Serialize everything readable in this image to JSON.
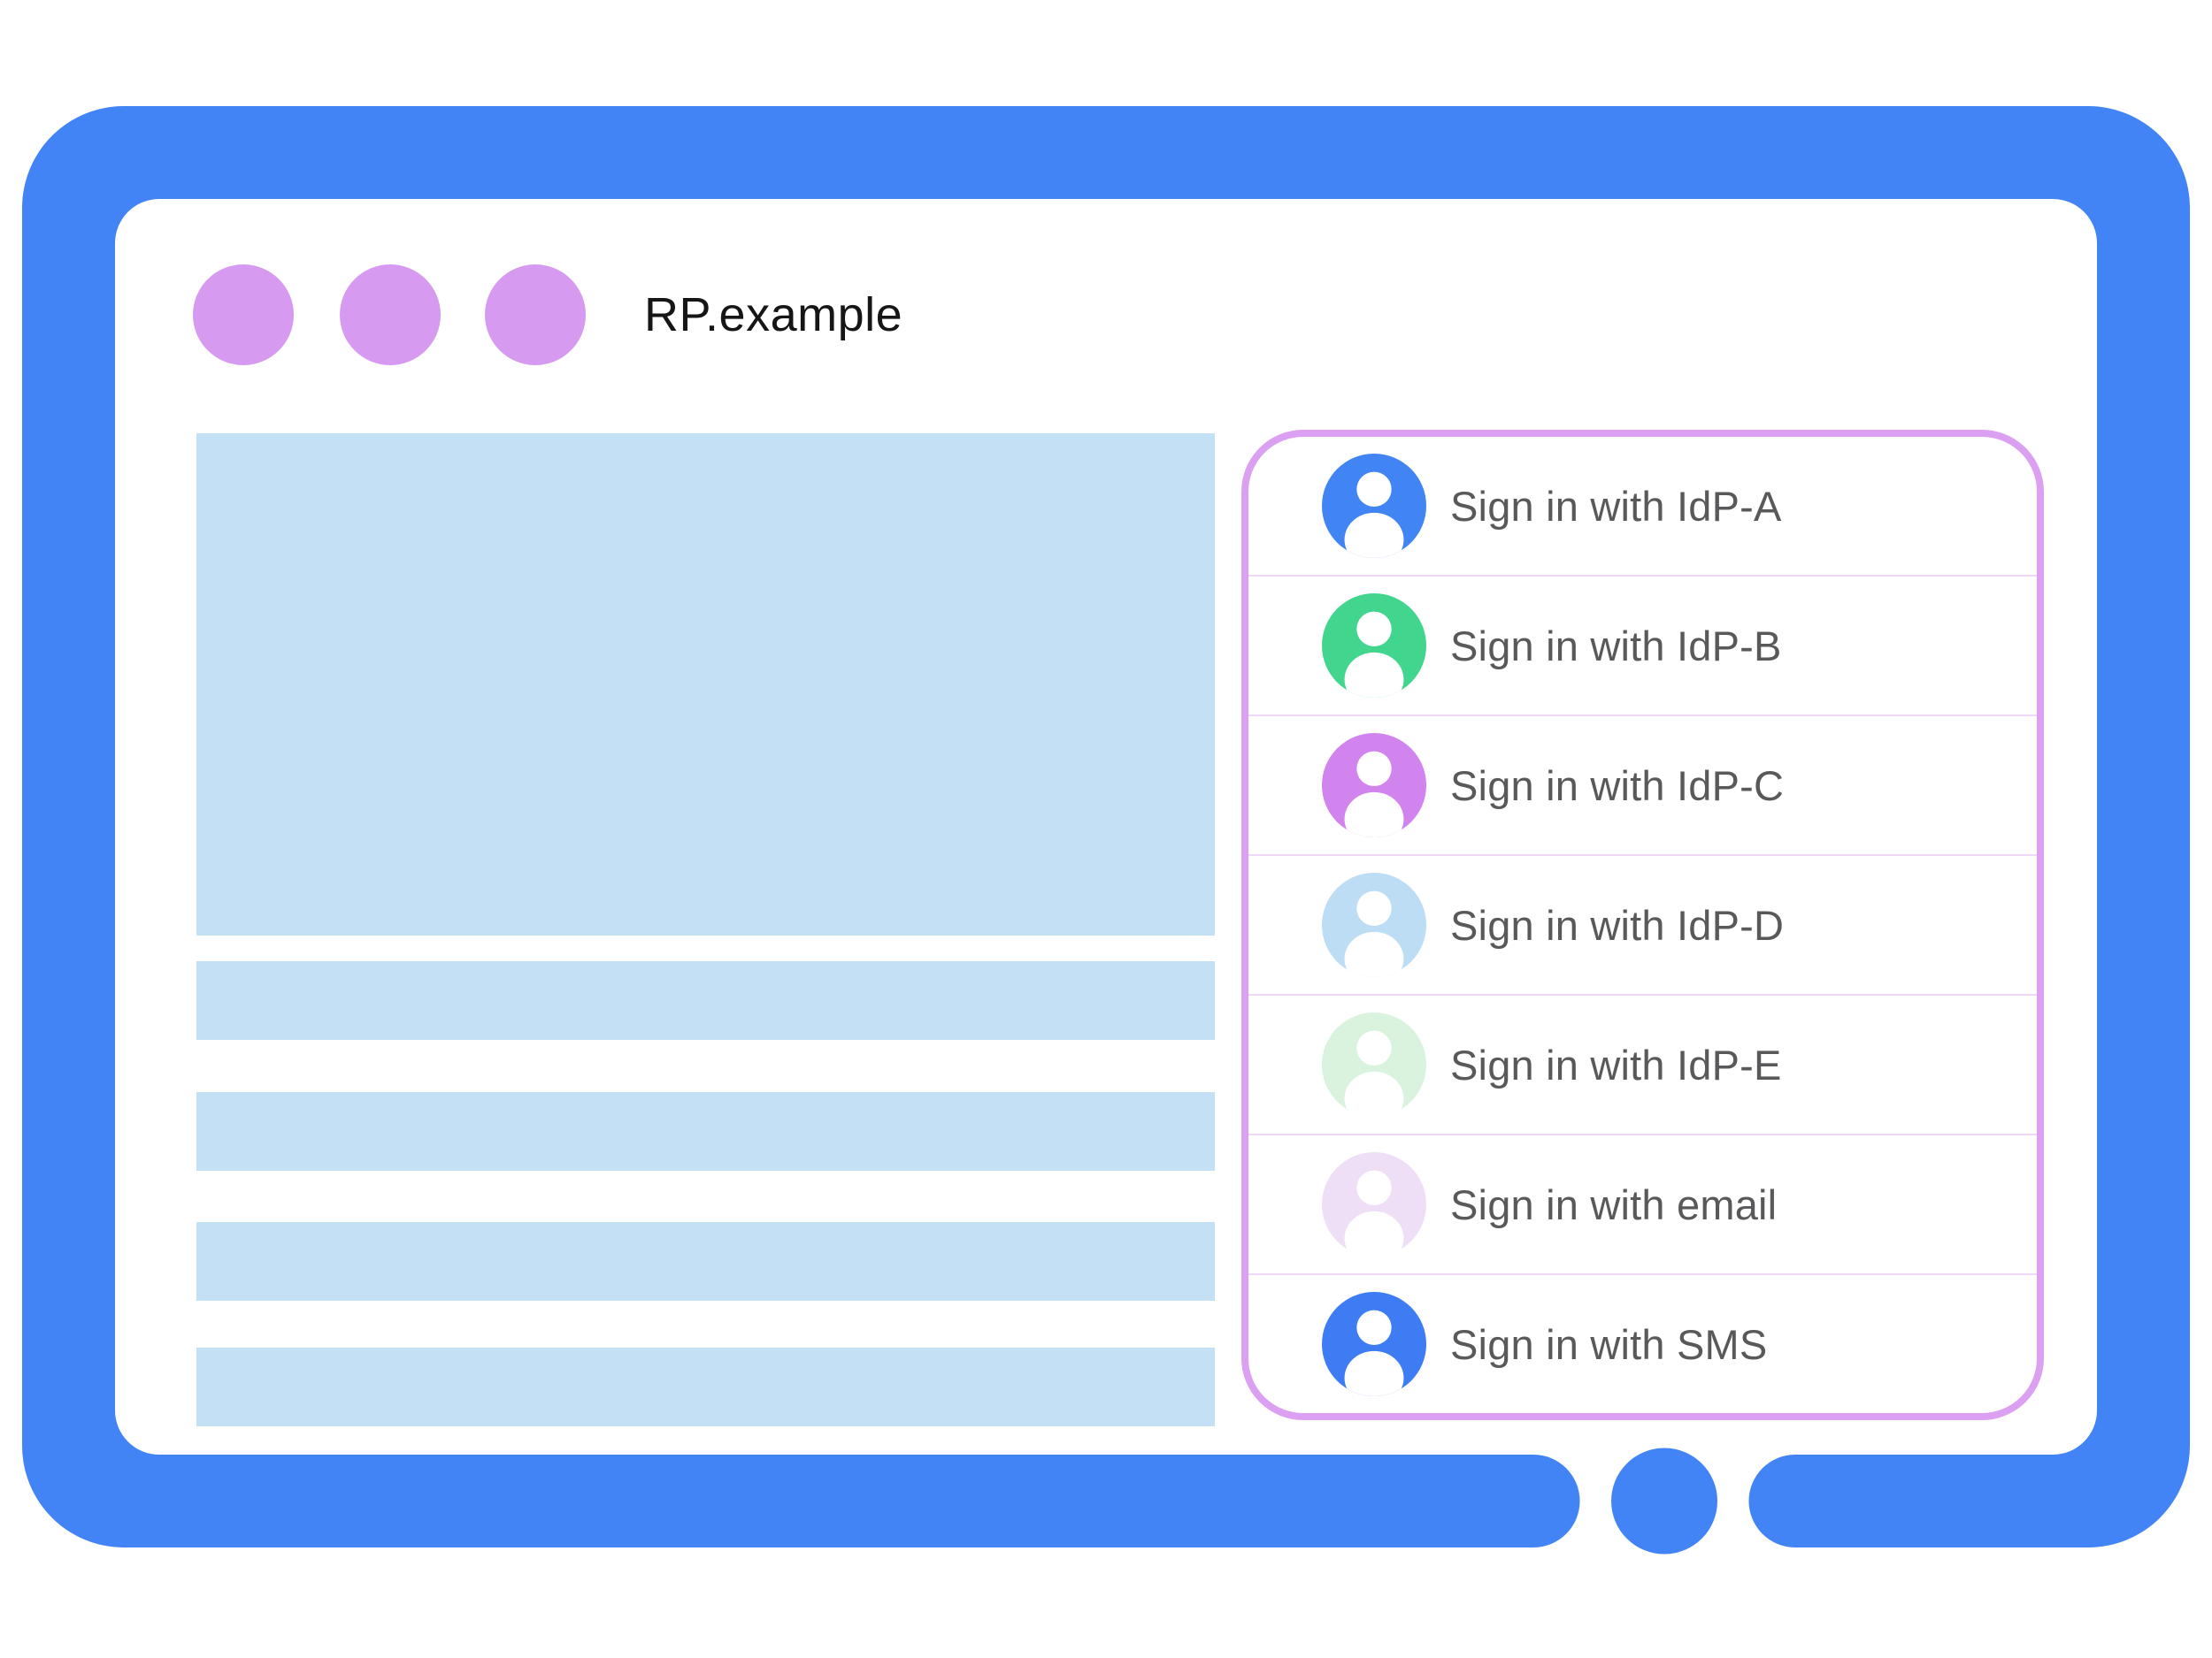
{
  "window": {
    "title": "RP.example",
    "frame_color": "#4284F5",
    "dots_color": "#D69BF1",
    "dots": [
      "window-dot",
      "window-dot",
      "window-dot"
    ]
  },
  "content": {
    "placeholder_color": "#C4E0F4",
    "placeholders": [
      "hero-block",
      "text-line",
      "text-line",
      "text-line",
      "text-line"
    ]
  },
  "signin_panel": {
    "border_color": "#DCA0F2",
    "divider_color": "#F0D7F8",
    "label_color": "#59595B",
    "options": [
      {
        "label": "Sign in with IdP-A",
        "avatar_color": "#4184F4"
      },
      {
        "label": "Sign in with IdP-B",
        "avatar_color": "#41D58E"
      },
      {
        "label": "Sign in with IdP-C",
        "avatar_color": "#D183EE"
      },
      {
        "label": "Sign in with IdP-D",
        "avatar_color": "#BCDDF4"
      },
      {
        "label": "Sign in with IdP-E",
        "avatar_color": "#D9F3DE"
      },
      {
        "label": "Sign in with email",
        "avatar_color": "#EEDFF6"
      },
      {
        "label": "Sign in with SMS",
        "avatar_color": "#3D7CF3"
      }
    ]
  },
  "home_button": {
    "color": "#4284F5"
  }
}
